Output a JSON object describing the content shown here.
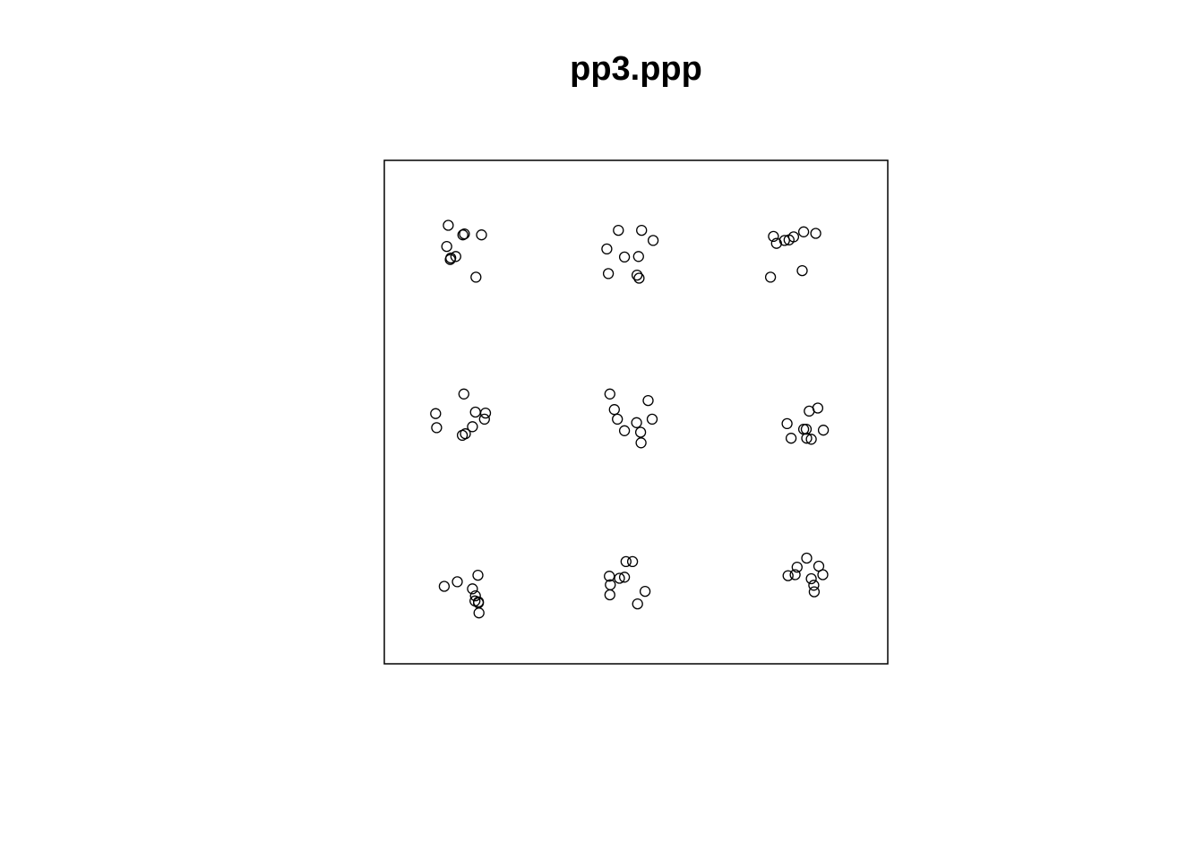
{
  "chart_data": {
    "type": "scatter",
    "title": "pp3.ppp",
    "xlabel": "",
    "ylabel": "",
    "xlim": [
      0,
      1
    ],
    "ylim": [
      0,
      1
    ],
    "grid": false,
    "marker": "open-circle",
    "colors": {
      "stroke": "#000000",
      "background": "#ffffff"
    },
    "points": [
      [
        0.127,
        0.871
      ],
      [
        0.156,
        0.852
      ],
      [
        0.159,
        0.854
      ],
      [
        0.193,
        0.852
      ],
      [
        0.124,
        0.829
      ],
      [
        0.132,
        0.806
      ],
      [
        0.142,
        0.809
      ],
      [
        0.131,
        0.803
      ],
      [
        0.182,
        0.768
      ],
      [
        0.465,
        0.861
      ],
      [
        0.511,
        0.861
      ],
      [
        0.534,
        0.841
      ],
      [
        0.442,
        0.824
      ],
      [
        0.477,
        0.808
      ],
      [
        0.505,
        0.809
      ],
      [
        0.445,
        0.775
      ],
      [
        0.502,
        0.772
      ],
      [
        0.506,
        0.766
      ],
      [
        0.773,
        0.849
      ],
      [
        0.804,
        0.842
      ],
      [
        0.795,
        0.841
      ],
      [
        0.779,
        0.835
      ],
      [
        0.813,
        0.848
      ],
      [
        0.833,
        0.858
      ],
      [
        0.857,
        0.855
      ],
      [
        0.83,
        0.781
      ],
      [
        0.767,
        0.768
      ],
      [
        0.158,
        0.536
      ],
      [
        0.102,
        0.497
      ],
      [
        0.181,
        0.5
      ],
      [
        0.201,
        0.498
      ],
      [
        0.199,
        0.486
      ],
      [
        0.104,
        0.469
      ],
      [
        0.175,
        0.471
      ],
      [
        0.161,
        0.457
      ],
      [
        0.155,
        0.454
      ],
      [
        0.448,
        0.536
      ],
      [
        0.524,
        0.523
      ],
      [
        0.457,
        0.505
      ],
      [
        0.532,
        0.486
      ],
      [
        0.463,
        0.486
      ],
      [
        0.501,
        0.479
      ],
      [
        0.477,
        0.463
      ],
      [
        0.509,
        0.46
      ],
      [
        0.51,
        0.439
      ],
      [
        0.861,
        0.508
      ],
      [
        0.844,
        0.502
      ],
      [
        0.8,
        0.477
      ],
      [
        0.833,
        0.466
      ],
      [
        0.872,
        0.464
      ],
      [
        0.838,
        0.466
      ],
      [
        0.839,
        0.448
      ],
      [
        0.808,
        0.448
      ],
      [
        0.848,
        0.446
      ],
      [
        0.186,
        0.176
      ],
      [
        0.119,
        0.154
      ],
      [
        0.145,
        0.163
      ],
      [
        0.175,
        0.149
      ],
      [
        0.181,
        0.135
      ],
      [
        0.187,
        0.123
      ],
      [
        0.18,
        0.125
      ],
      [
        0.187,
        0.121
      ],
      [
        0.188,
        0.101
      ],
      [
        0.48,
        0.203
      ],
      [
        0.493,
        0.203
      ],
      [
        0.447,
        0.174
      ],
      [
        0.477,
        0.172
      ],
      [
        0.467,
        0.17
      ],
      [
        0.449,
        0.157
      ],
      [
        0.518,
        0.144
      ],
      [
        0.448,
        0.137
      ],
      [
        0.503,
        0.119
      ],
      [
        0.839,
        0.21
      ],
      [
        0.863,
        0.194
      ],
      [
        0.82,
        0.192
      ],
      [
        0.816,
        0.177
      ],
      [
        0.871,
        0.177
      ],
      [
        0.802,
        0.175
      ],
      [
        0.848,
        0.169
      ],
      [
        0.853,
        0.156
      ],
      [
        0.854,
        0.143
      ]
    ]
  }
}
